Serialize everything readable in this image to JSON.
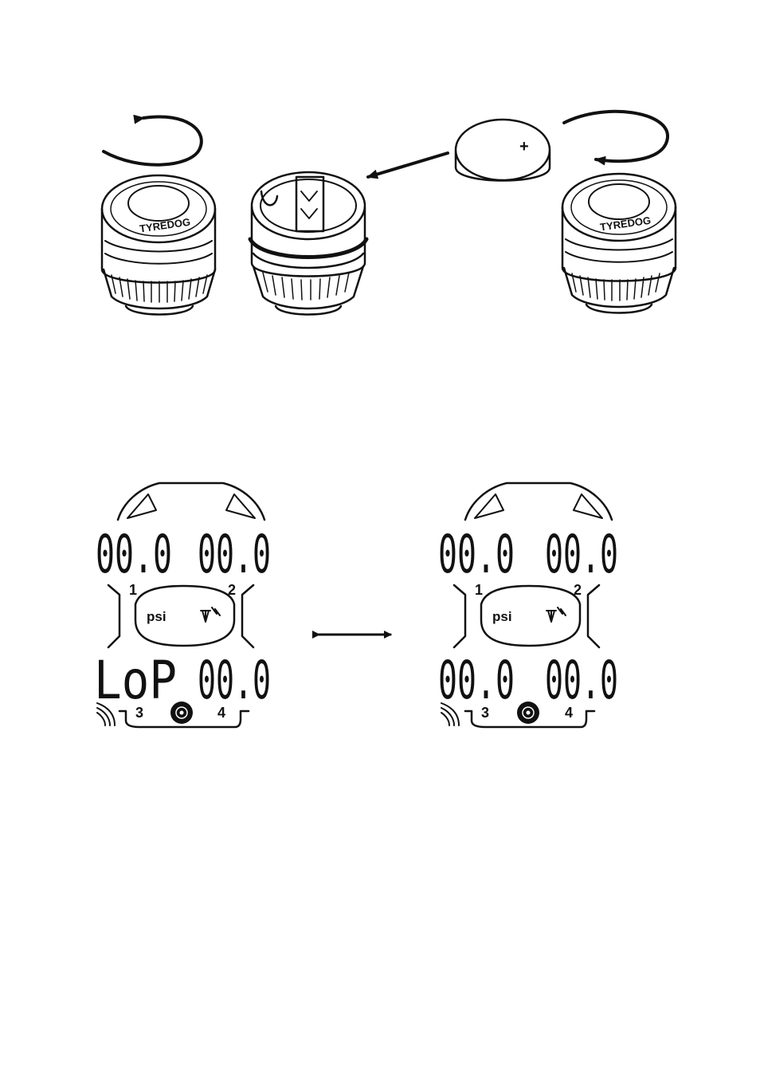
{
  "figure_top": {
    "brand_text": "TYREDOG",
    "polarity_mark": "+"
  },
  "displays": [
    {
      "id": "left",
      "readings": {
        "t1": "00.0",
        "t2": "00.0",
        "t3": "LoP",
        "t4": "00.0"
      },
      "labels": {
        "n1": "1",
        "n2": "2",
        "n3": "3",
        "n4": "4"
      },
      "unit": "psi"
    },
    {
      "id": "right",
      "readings": {
        "t1": "00.0",
        "t2": "00.0",
        "t3": "00.0",
        "t4": "00.0"
      },
      "labels": {
        "n1": "1",
        "n2": "2",
        "n3": "3",
        "n4": "4"
      },
      "unit": "psi"
    }
  ],
  "icons": {
    "rotate_left": "counterclockwise-arrow-icon",
    "rotate_right": "clockwise-arrow-icon",
    "insert": "insert-arrow-icon",
    "alternate": "double-arrow-icon",
    "antenna": "antenna-icon",
    "signal": "signal-waves-icon"
  }
}
